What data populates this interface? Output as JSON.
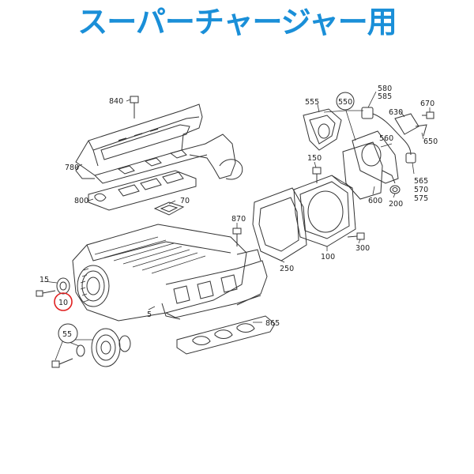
{
  "title": "スーパーチャージャー用",
  "colors": {
    "title": "#1a8fd8",
    "highlight": "#e02020",
    "ink": "#222222"
  },
  "labels": {
    "p840": "840",
    "p780": "780",
    "p800": "800",
    "p70": "70",
    "p870": "870",
    "p555": "555",
    "p550": "550",
    "p580": "580",
    "p585": "585",
    "p630": "630",
    "p670": "670",
    "p560": "560",
    "p650": "650",
    "p150": "150",
    "p565": "565",
    "p570": "570",
    "p575": "575",
    "p600": "600",
    "p200": "200",
    "p300": "300",
    "p100": "100",
    "p250": "250",
    "p15": "15",
    "p10": "10",
    "p5": "5",
    "p865": "865",
    "p55": "55"
  }
}
